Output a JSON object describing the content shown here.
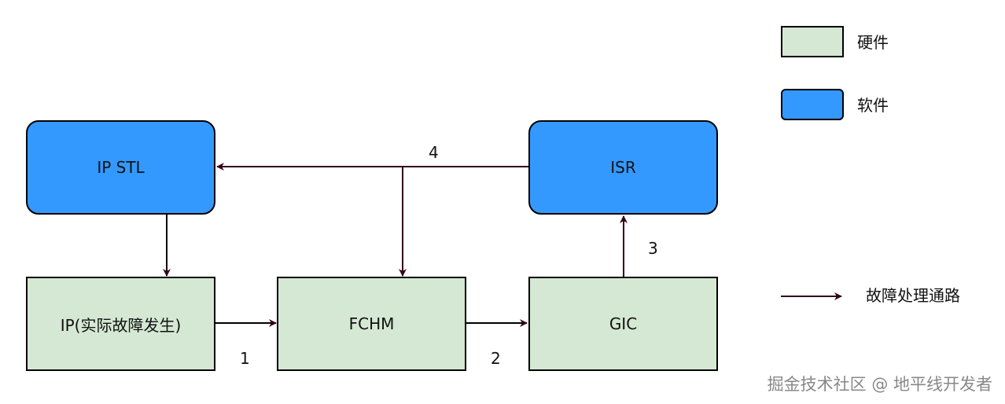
{
  "nodes": {
    "ip_stl": "IP STL",
    "isr": "ISR",
    "ip": "IP(实际故障发生)",
    "fchm": "FCHM",
    "gic": "GIC"
  },
  "edge_labels": {
    "e1": "1",
    "e2": "2",
    "e3": "3",
    "e4": "4"
  },
  "legend": {
    "hardware": "硬件",
    "software": "软件",
    "path": "故障处理通路"
  },
  "colors": {
    "hardware_fill": "#d5e8d4",
    "software_fill": "#3399ff",
    "arrow": "#33001a"
  },
  "watermark": "掘金技术社区 @ 地平线开发者"
}
